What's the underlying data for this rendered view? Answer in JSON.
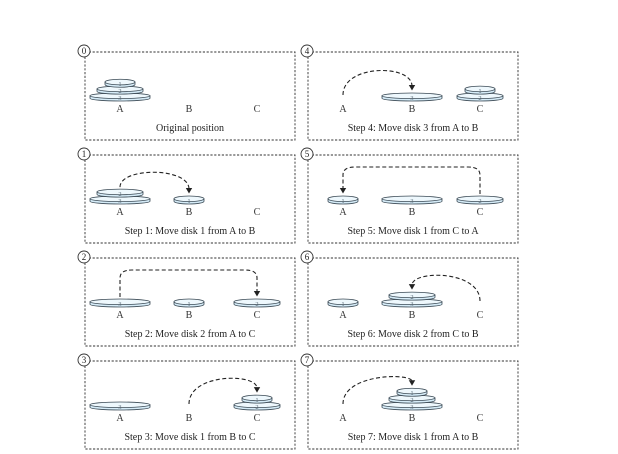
{
  "colors": {
    "disk_fill": "#d6ecf8",
    "disk_top": "#eef8fd",
    "disk_outline": "#3b4a55",
    "frame": "#333333"
  },
  "pegs": [
    "A",
    "B",
    "C"
  ],
  "panels": [
    {
      "step": "0",
      "caption": "Original position",
      "towers": [
        [
          3,
          2,
          1
        ],
        [],
        []
      ],
      "arrow": null
    },
    {
      "step": "1",
      "caption": "Step 1: Move disk 1 from A to B",
      "towers": [
        [
          3,
          2
        ],
        [
          1
        ],
        []
      ],
      "arrow": {
        "from": "A",
        "to": "B"
      }
    },
    {
      "step": "2",
      "caption": "Step 2: Move disk 2 from A to C",
      "towers": [
        [
          3
        ],
        [
          1
        ],
        [
          2
        ]
      ],
      "arrow": {
        "from": "A",
        "to": "C"
      }
    },
    {
      "step": "3",
      "caption": "Step 3: Move disk 1 from B to C",
      "towers": [
        [
          3
        ],
        [],
        [
          2,
          1
        ]
      ],
      "arrow": {
        "from": "B",
        "to": "C"
      }
    },
    {
      "step": "4",
      "caption": "Step 4: Move disk 3 from A to B",
      "towers": [
        [],
        [
          3
        ],
        [
          2,
          1
        ]
      ],
      "arrow": {
        "from": "A",
        "to": "B"
      }
    },
    {
      "step": "5",
      "caption": "Step 5: Move disk 1 from C to A",
      "towers": [
        [
          1
        ],
        [
          3
        ],
        [
          2
        ]
      ],
      "arrow": {
        "from": "C",
        "to": "A"
      }
    },
    {
      "step": "6",
      "caption": "Step 6: Move disk 2 from C to B",
      "towers": [
        [
          1
        ],
        [
          3,
          2
        ],
        []
      ],
      "arrow": {
        "from": "C",
        "to": "B"
      }
    },
    {
      "step": "7",
      "caption": "Step 7: Move disk 1 from A to B",
      "towers": [
        [],
        [
          3,
          2,
          1
        ],
        []
      ],
      "arrow": {
        "from": "A",
        "to": "B"
      }
    }
  ]
}
